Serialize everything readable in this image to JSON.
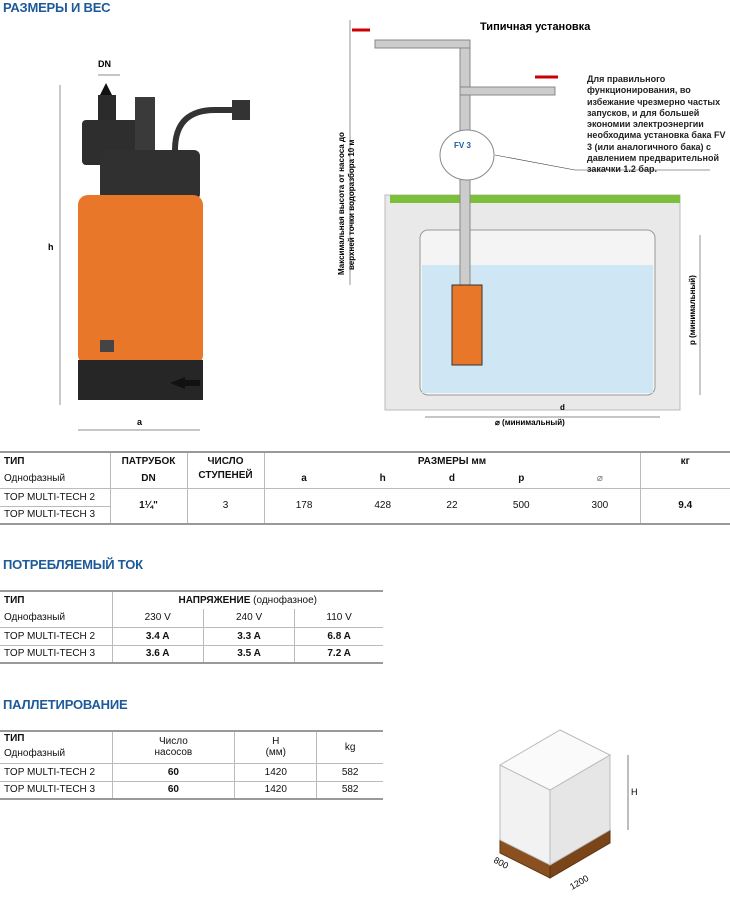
{
  "sections": {
    "dimensions": "РАЗМЕРЫ И ВЕС",
    "current": "ПОТРЕБЛЯЕМЫЙ ТОК",
    "pallet": "ПАЛЛЕТИРОВАНИЕ"
  },
  "pump_drawing": {
    "dn": "DN",
    "h": "h",
    "a": "a"
  },
  "install": {
    "title": "Типичная установка",
    "tank_label": "FV 3",
    "vertical_label_1": "Максимальная высота от насоса до",
    "vertical_label_2": "верхней точки водоразбора 10 м",
    "p_label": "р (минимальный)",
    "d_label": "d",
    "diam_label": "⌀ (минимальный)",
    "note": "Для правильного функционирования, во избежание чрезмерно частых запусков, и для большей экономии электроэнергии необходима установка бака FV 3 (или аналогичного бака) с давлением предварительной закачки 1.2 бар."
  },
  "dim_table": {
    "type": "ТИП",
    "phase": "Однофазный",
    "nozzle": "ПАТРУБОК",
    "dn": "DN",
    "stages_1": "ЧИСЛО",
    "stages_2": "СТУПЕНЕЙ",
    "sizes": "РАЗМЕРЫ мм",
    "kg": "кг",
    "cols": [
      "a",
      "h",
      "d",
      "p",
      "⌀"
    ],
    "models": [
      "TOP MULTI-TECH 2",
      "TOP MULTI-TECH 3"
    ],
    "dn_value": "1¼\"",
    "stages": "3",
    "values": [
      "178",
      "428",
      "22",
      "500",
      "300"
    ],
    "weight": "9.4"
  },
  "cur_table": {
    "type": "ТИП",
    "phase": "Однофазный",
    "voltage": "НАПРЯЖЕНИЕ",
    "voltage_note": " (однофазное)",
    "cols": [
      "230 V",
      "240 V",
      "110 V"
    ],
    "rows": [
      {
        "model": "TOP MULTI-TECH 2",
        "values": [
          "3.4 A",
          "3.3 A",
          "6.8 A"
        ]
      },
      {
        "model": "TOP MULTI-TECH 3",
        "values": [
          "3.6 A",
          "3.5 A",
          "7.2 A"
        ]
      }
    ]
  },
  "pal_table": {
    "type": "ТИП",
    "phase": "Однофазный",
    "count_1": "Число",
    "count_2": "насосов",
    "h_1": "H",
    "h_2": "(мм)",
    "kg": "kg",
    "rows": [
      {
        "model": "TOP MULTI-TECH 2",
        "count": "60",
        "h": "1420",
        "kg": "582"
      },
      {
        "model": "TOP MULTI-TECH 3",
        "count": "60",
        "h": "1420",
        "kg": "582"
      }
    ]
  },
  "pallet_drawing": {
    "h": "H",
    "w": "800",
    "l": "1200"
  },
  "colors": {
    "heading": "#1d5a9a",
    "pump_orange": "#e8772a",
    "grass": "#7cbf3a",
    "water": "#cfe6f4"
  }
}
